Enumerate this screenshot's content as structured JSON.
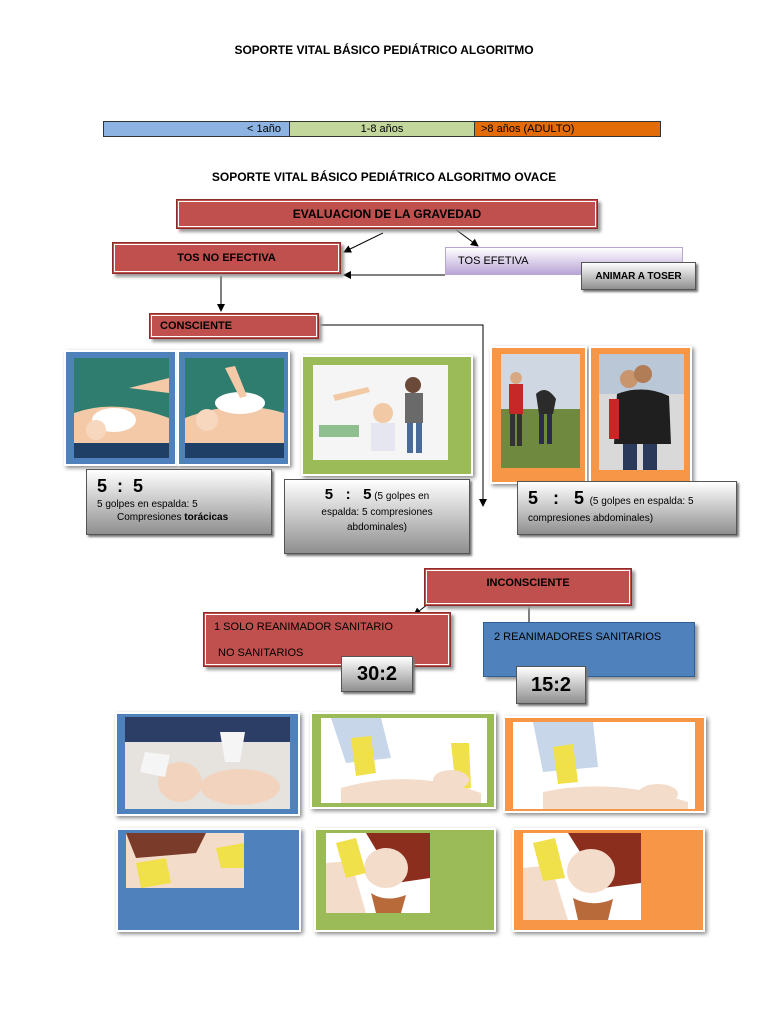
{
  "page": {
    "title": "SOPORTE VITAL BÁSICO PEDIÁTRICO ALGORITMO",
    "subtitle": "SOPORTE VITAL BÁSICO PEDIÁTRICO ALGORITMO OVACE"
  },
  "age_bar": [
    {
      "label": "< 1año",
      "color": "#8db3e2"
    },
    {
      "label": "1-8 años",
      "color": "#c3d69b"
    },
    {
      "label": ">8 años (ADULTO)",
      "color": "#e36c09"
    }
  ],
  "flow": {
    "evaluacion": "EVALUACION DE LA  GRAVEDAD",
    "tos_no_efectiva": "TOS NO EFECTIVA",
    "tos_efetiva": "TOS EFETIVA",
    "animar": "ANIMAR A TOSER",
    "consciente": "CONSCIENTE",
    "inconsciente": "INCONSCIENTE",
    "un_reanimador_line1": "1 SOLO REANIMADOR SANITARIO",
    "un_reanimador_line2": "NO SANITARIOS",
    "dos_reanimadores": "2 REANIMADORES SANITARIOS",
    "ratio_uno": "30:2",
    "ratio_dos": "15:2"
  },
  "protocols": {
    "infant": {
      "ratio": "5  :  5",
      "line1": "5 golpes en espalda: 5",
      "line2a": "Compresiones ",
      "line2b": "torácicas"
    },
    "child": {
      "ratio": "5   :   5",
      "text1": " (5 golpes en",
      "text2": "espalda: 5 compresiones",
      "text3": "abdominales)"
    },
    "adult": {
      "ratio": "5   :   5",
      "text1": "  (5 golpes en espalda: 5",
      "text2": "compresiones abdominales)"
    }
  },
  "colors": {
    "red": "#c0504d",
    "blue": "#4f81bd",
    "green": "#9bbb59",
    "orange": "#f79646",
    "lightblue": "#8db3e2",
    "purple": "#b9a5d6"
  }
}
